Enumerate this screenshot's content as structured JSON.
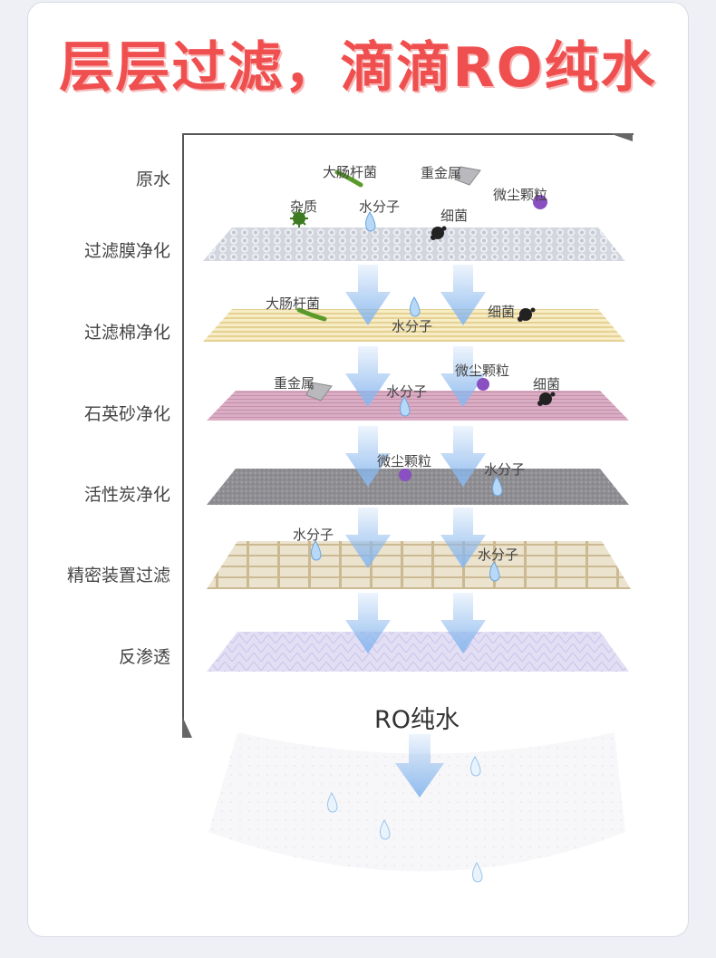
{
  "title": "层层过滤，滴滴RO纯水",
  "rows": [
    {
      "label": "原水"
    },
    {
      "label": "过滤膜净化"
    },
    {
      "label": "过滤棉净化"
    },
    {
      "label": "石英砂净化"
    },
    {
      "label": "活性炭净化"
    },
    {
      "label": "精密装置过滤"
    },
    {
      "label": "反渗透"
    }
  ],
  "particles": {
    "raw": {
      "ecoli": "大肠杆菌",
      "heavy_metal": "重金属",
      "dust": "微尘颗粒",
      "impurity": "杂质",
      "water": "水分子",
      "bacteria": "细菌"
    },
    "membrane_out": {
      "ecoli": "大肠杆菌",
      "water": "水分子",
      "bacteria": "细菌"
    },
    "cotton_out": {
      "heavy_metal": "重金属",
      "water": "水分子",
      "dust": "微尘颗粒",
      "bacteria": "细菌"
    },
    "sand_out": {
      "dust": "微尘颗粒",
      "water": "水分子"
    },
    "carbon_out": {
      "water_1": "水分子",
      "water_2": "水分子"
    }
  },
  "result_label": "RO纯水",
  "colors": {
    "title": "#ef4f4f",
    "arrow": "#8ab8ee",
    "membrane": "#c9ccd6",
    "cotton": "#f1e4b0",
    "sand": "#d8a9c0",
    "carbon": "#8b8b90",
    "precision": "#e4d8c0",
    "ro": "#dcd8f2"
  }
}
